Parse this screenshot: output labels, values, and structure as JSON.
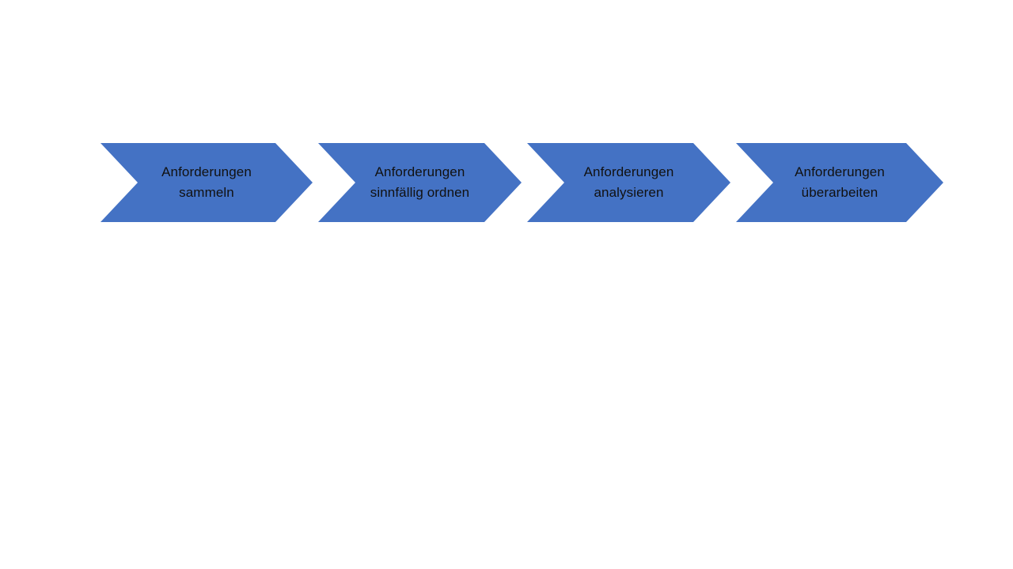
{
  "diagram": {
    "type": "chevron-process",
    "steps": [
      {
        "line1": "Anforderungen",
        "line2": "sammeln"
      },
      {
        "line1": "Anforderungen",
        "line2": "sinnfällig ordnen"
      },
      {
        "line1": "Anforderungen",
        "line2": "analysieren"
      },
      {
        "line1": "Anforderungen",
        "line2": "überarbeiten"
      }
    ],
    "colors": {
      "chevron_fill": "#4472C4",
      "text": "#111111",
      "background": "#ffffff"
    }
  }
}
